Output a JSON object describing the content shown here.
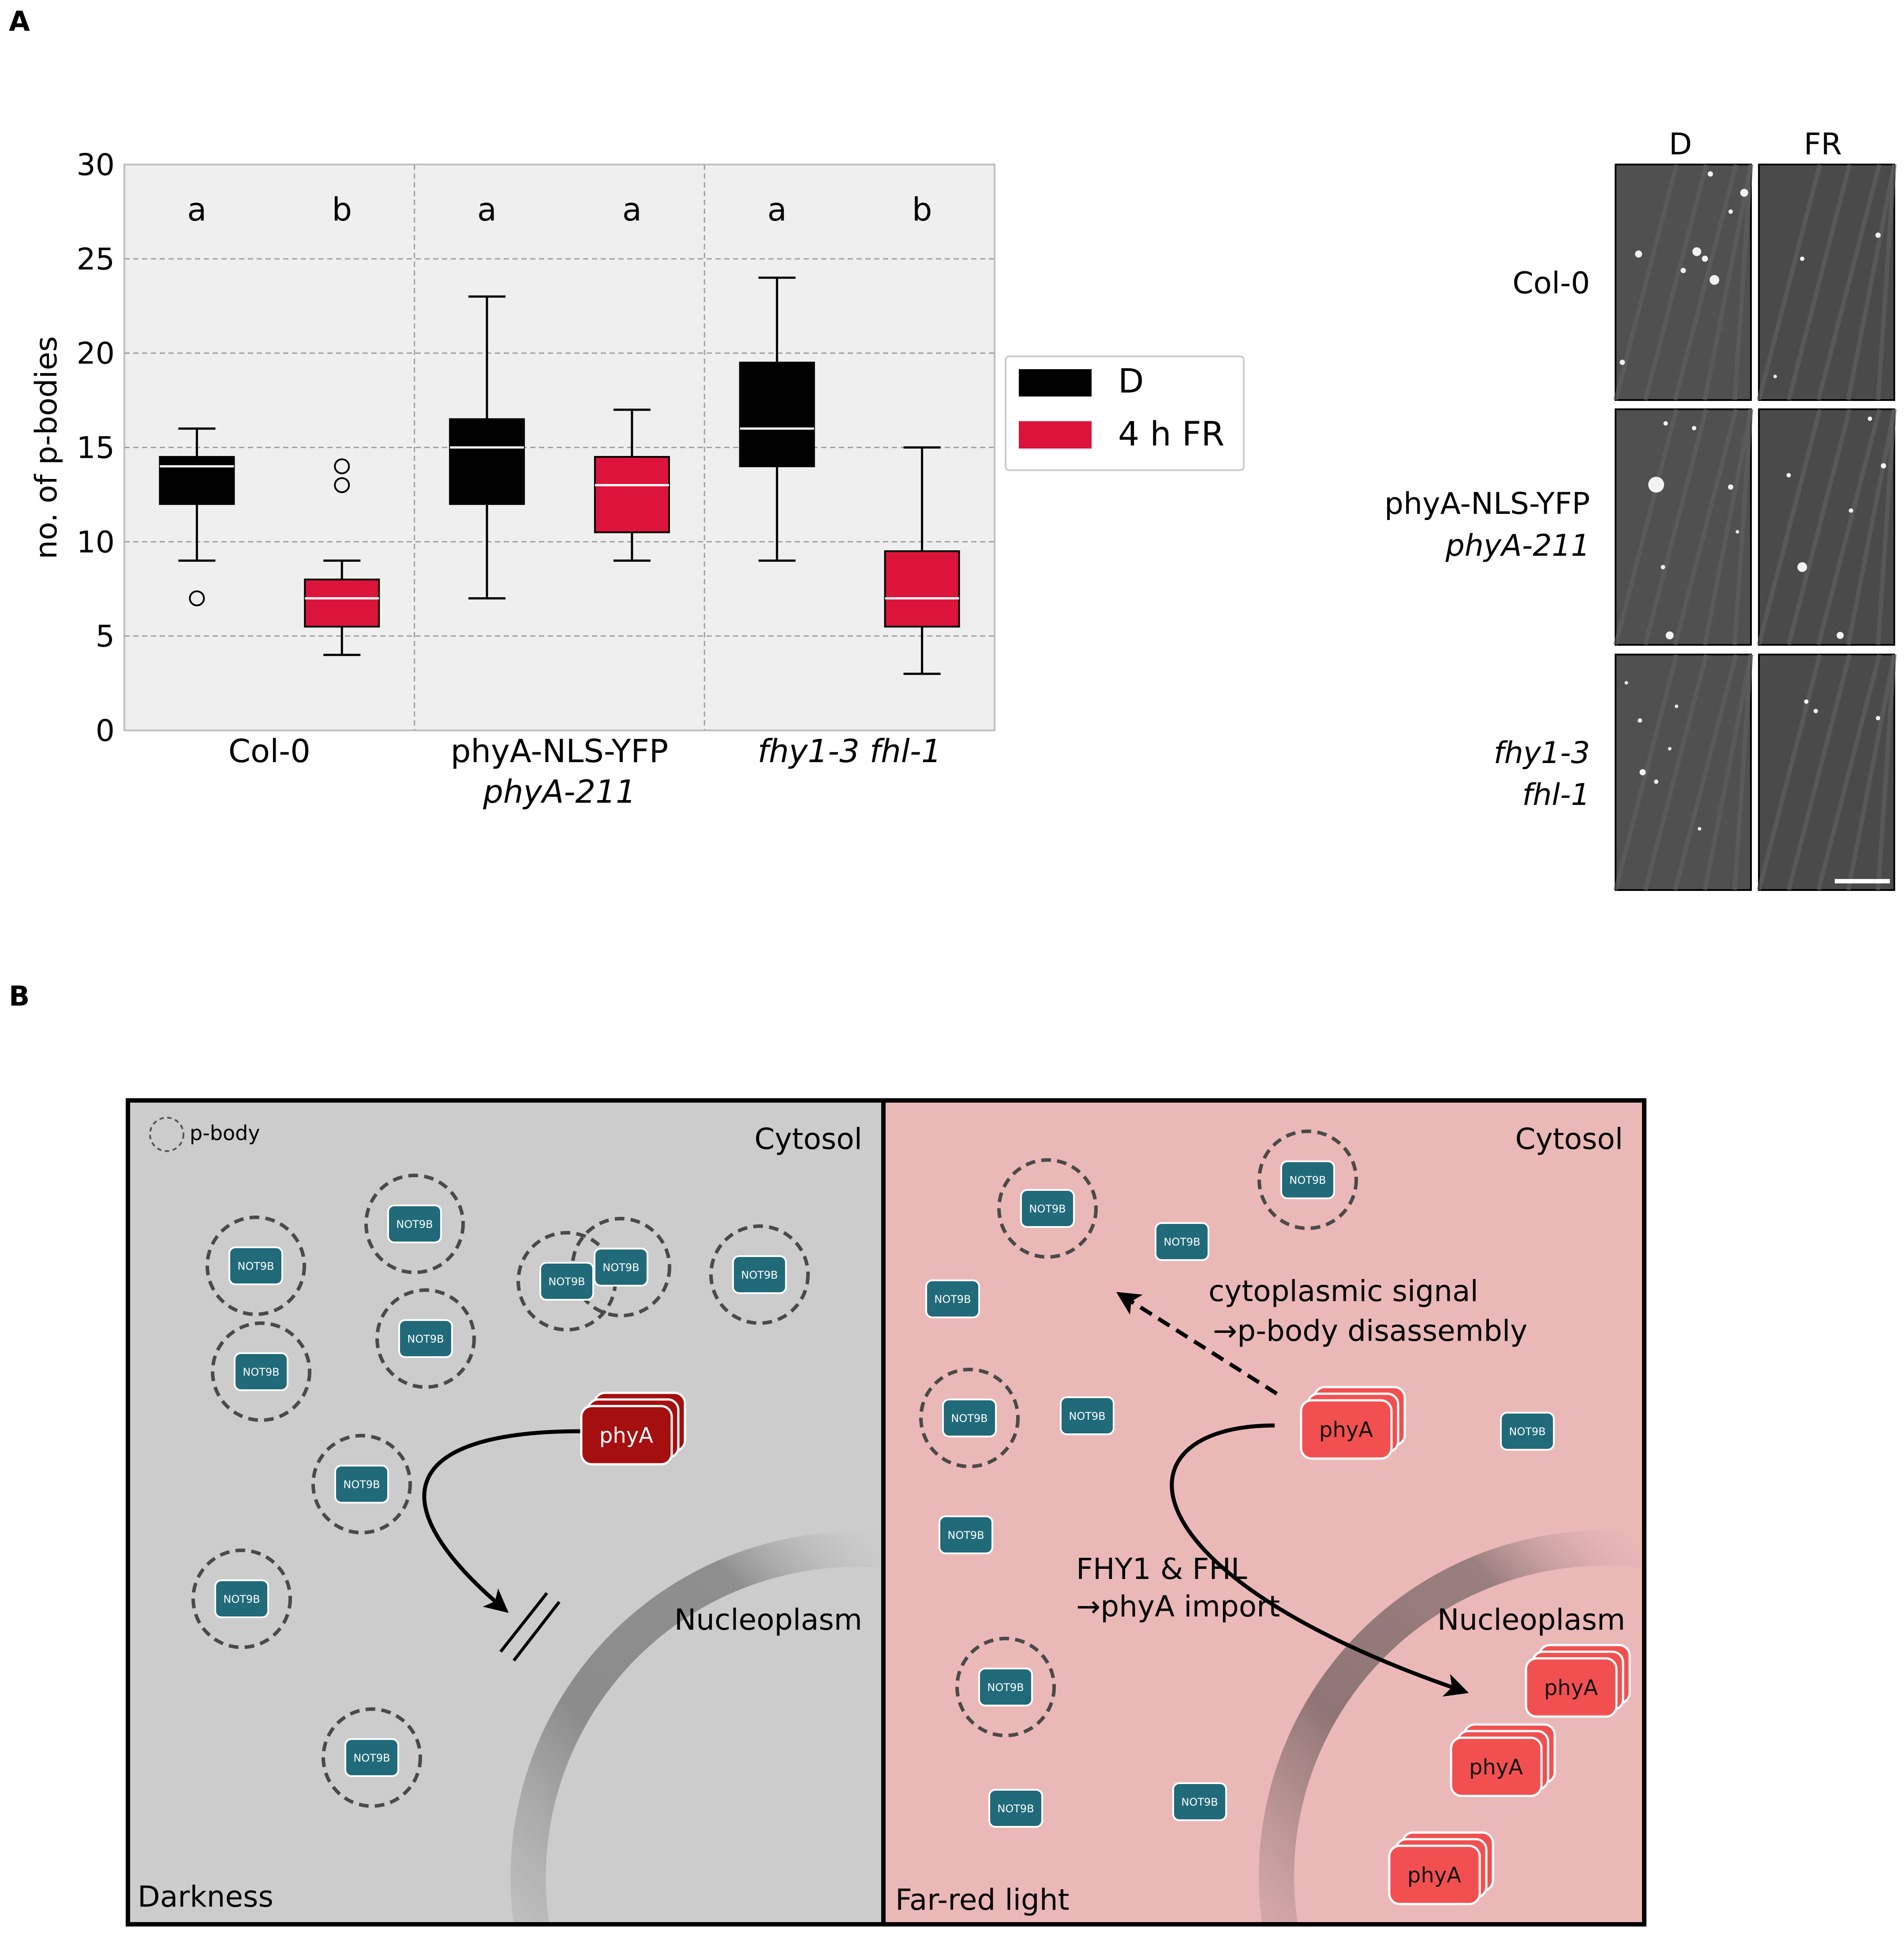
{
  "panel_a": {
    "label": "A"
  },
  "panel_b": {
    "label": "B"
  },
  "chart_data": {
    "type": "box",
    "ylabel": "no. of p-bodies",
    "ylim": [
      0,
      30
    ],
    "yticks": [
      0,
      5,
      10,
      15,
      20,
      25,
      30
    ],
    "grid": true,
    "legend_position": "right",
    "groups": [
      {
        "label": "Col-0",
        "label_line2": "",
        "italic": false,
        "letters": [
          "a",
          "b"
        ]
      },
      {
        "label": "phyA-NLS-YFP",
        "label_line2": "phyA-211",
        "italic": false,
        "letters": [
          "a",
          "a"
        ]
      },
      {
        "label": "fhy1-3 fhl-1",
        "label_line2": "",
        "italic": true,
        "letters": [
          "a",
          "b"
        ]
      }
    ],
    "series": [
      {
        "name": "D",
        "color": "#000000",
        "median_color": "#ffffff",
        "boxes": [
          {
            "whislo": 9,
            "q1": 12,
            "med": 14,
            "q3": 14.5,
            "whishi": 16,
            "fliers": [
              7
            ]
          },
          {
            "whislo": 7,
            "q1": 12,
            "med": 15,
            "q3": 16.5,
            "whishi": 23,
            "fliers": []
          },
          {
            "whislo": 9,
            "q1": 14,
            "med": 16,
            "q3": 19.5,
            "whishi": 24,
            "fliers": []
          }
        ]
      },
      {
        "name": "4 h FR",
        "color": "#dc143c",
        "median_color": "#ffffff",
        "boxes": [
          {
            "whislo": 4,
            "q1": 5.5,
            "med": 7,
            "q3": 8,
            "whishi": 9,
            "fliers": [
              13,
              14
            ]
          },
          {
            "whislo": 9,
            "q1": 10.5,
            "med": 13,
            "q3": 14.5,
            "whishi": 17,
            "fliers": []
          },
          {
            "whislo": 3,
            "q1": 5.5,
            "med": 7,
            "q3": 9.5,
            "whishi": 15,
            "fliers": []
          }
        ]
      }
    ]
  },
  "micrographs": {
    "columns": [
      "D",
      "FR"
    ],
    "rows": [
      {
        "line1": "Col-0",
        "line2": "",
        "italic1": false,
        "italic2": false
      },
      {
        "line1": "phyA-NLS-YFP",
        "line2": "phyA-211",
        "italic1": false,
        "italic2": true
      },
      {
        "line1": "fhy1-3",
        "line2": "fhl-1",
        "italic1": true,
        "italic2": true
      }
    ]
  },
  "diagram": {
    "left": {
      "condition": "Darkness",
      "cytosol": "Cytosol",
      "nucleoplasm": "Nucleoplasm",
      "legend": "p-body",
      "protein": "phyA",
      "protein_color": "#a50f0f"
    },
    "right": {
      "condition": "Far-red light",
      "cytosol": "Cytosol",
      "nucleoplasm": "Nucleoplasm",
      "protein": "phyA",
      "protein_color": "#f25050",
      "signal_line1": "cytoplasmic signal",
      "signal_line2": "→p-body disassembly",
      "import_line1": "FHY1 & FHL",
      "import_line2": "→phyA import"
    },
    "marker_label": "NOT9B",
    "marker_color": "#216a7a"
  }
}
